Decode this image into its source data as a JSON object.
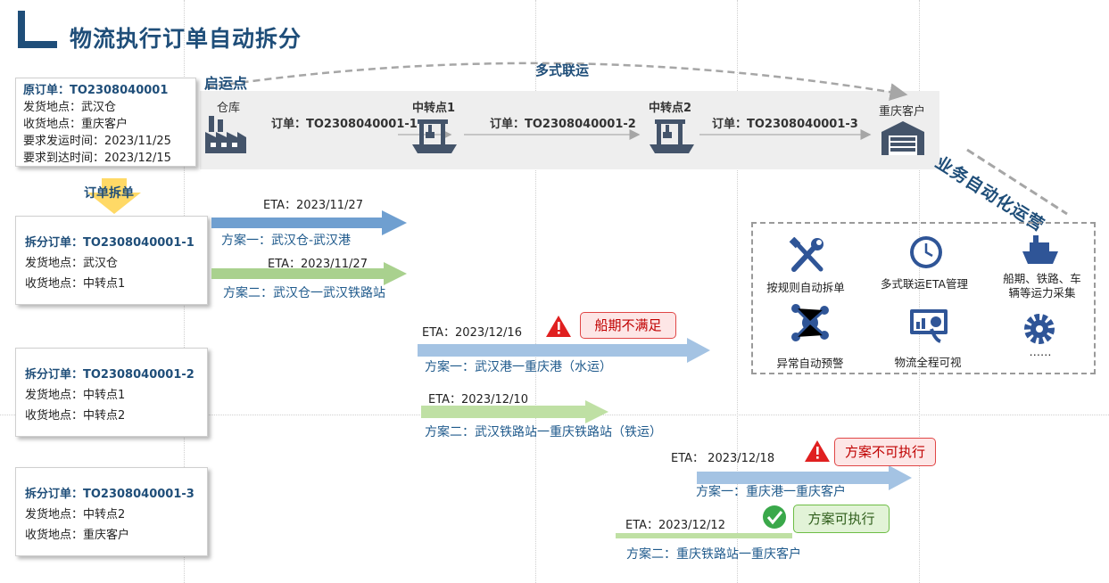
{
  "title": "物流执行订单自动拆分",
  "colors": {
    "primary": "#1f4e79",
    "plan1_arrow": "#7ba7d4",
    "plan2_arrow": "#a9d18e",
    "band": "#eeeeee",
    "alert": "#e02020",
    "ok": "#3aa84a"
  },
  "original_order": {
    "title": "原订单：TO2308040001",
    "ship_from": "发货地点：武汉仓",
    "ship_to": "收货地点：重庆客户",
    "req_ship_time": "要求发运时间：2023/11/25",
    "req_arrive_time": "要求到达时间：2023/12/15"
  },
  "split_label": "订单拆单",
  "route": {
    "start_label": "启运点",
    "multimodal_label": "多式联运",
    "nodes": {
      "warehouse": "仓库",
      "transfer1": "中转点1",
      "transfer2": "中转点2",
      "customer": "重庆客户"
    },
    "legs": [
      "订单：TO2308040001-1",
      "订单：TO2308040001-2",
      "订单：TO2308040001-3"
    ]
  },
  "ops_label": "业务自动化运营",
  "split_orders": [
    {
      "title": "拆分订单：TO2308040001-1",
      "ship_from": "发货地点：武汉仓",
      "ship_to": "收货地点：中转点1"
    },
    {
      "title": "拆分订单：TO2308040001-2",
      "ship_from": "发货地点：中转点1",
      "ship_to": "收货地点：中转点2"
    },
    {
      "title": "拆分订单：TO2308040001-3",
      "ship_from": "发货地点：中转点2",
      "ship_to": "收货地点：重庆客户"
    }
  ],
  "plans": {
    "o1p1": {
      "eta": "ETA：2023/11/27",
      "text": "方案一：武汉仓-武汉港"
    },
    "o1p2": {
      "eta": "ETA：2023/11/27",
      "text": "方案二：武汉仓一武汉铁路站"
    },
    "o2p1": {
      "eta": "ETA：2023/12/16",
      "text": "方案一：武汉港一重庆港（水运）",
      "badge": "船期不满足"
    },
    "o2p2": {
      "eta": "ETA：2023/12/10",
      "text": "方案二：武汉铁路站一重庆铁路站（铁运）"
    },
    "o3p1": {
      "eta": "ETA：  2023/12/18",
      "text": "方案一：重庆港一重庆客户",
      "badge": "方案不可执行"
    },
    "o3p2": {
      "eta": "ETA：2023/12/12",
      "text": "方案二：重庆铁路站一重庆客户",
      "badge": "方案可执行"
    }
  },
  "features": [
    {
      "label": "按规则自动拆单",
      "icon": "tools-icon"
    },
    {
      "label": "多式联运ETA管理",
      "icon": "clock-icon"
    },
    {
      "label": "船期、铁路、车\n辆等运力采集",
      "icon": "ship-icon"
    },
    {
      "label": "异常自动预警",
      "icon": "network-icon"
    },
    {
      "label": "物流全程可视",
      "icon": "dashboard-icon"
    },
    {
      "label": "……",
      "icon": "gear-icon"
    }
  ]
}
